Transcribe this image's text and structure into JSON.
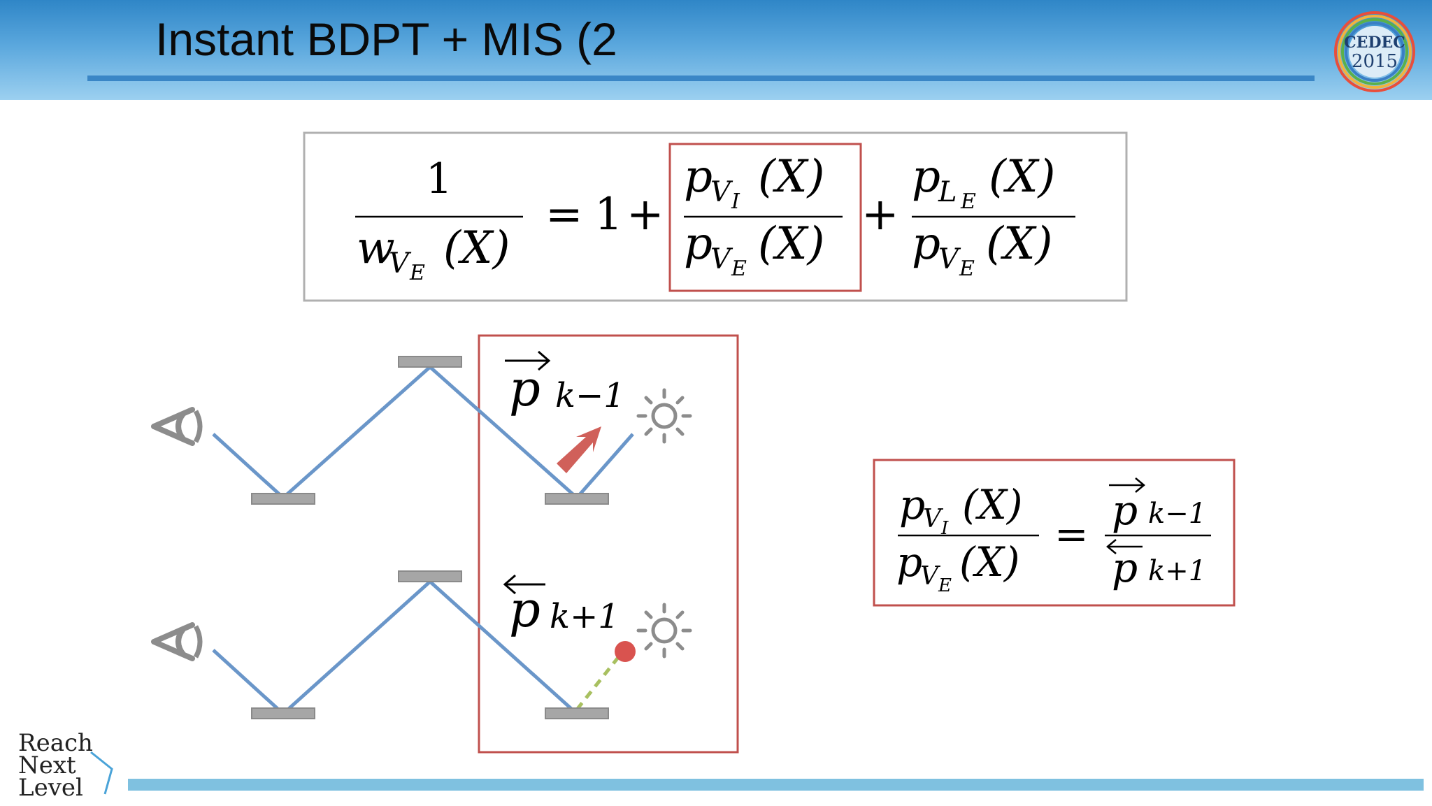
{
  "slide": {
    "title": "Instant BDPT + MIS (2",
    "event_logo": {
      "name": "CEDEC",
      "year": "2015"
    },
    "footer_logo": {
      "line1": "Reach",
      "line2": "Next",
      "line3": "Level"
    }
  },
  "top_equation": {
    "lhs_numerator": "1",
    "lhs_denominator_symbol": "w",
    "lhs_denominator_sub": "V",
    "lhs_denominator_subsub": "E",
    "arg": "(X)",
    "equals": "=",
    "one": "1",
    "plus1": "+",
    "plus2": "+",
    "term1_num_sym": "p",
    "term1_num_sub": "V",
    "term1_num_subsub": "I",
    "term1_den_sym": "p",
    "term1_den_sub": "V",
    "term1_den_subsub": "E",
    "term2_num_sym": "p",
    "term2_num_sub": "L",
    "term2_num_subsub": "E",
    "term2_den_sym": "p",
    "term2_den_sub": "V",
    "term2_den_subsub": "E"
  },
  "diagram": {
    "upper_label_sym": "p",
    "upper_label_sub": "k−1",
    "lower_label_sym": "p",
    "lower_label_sub": "k+1",
    "colors": {
      "path": "#6a96c9",
      "highlight_box": "#c0504d",
      "arrow": "#d0605a",
      "light_point": "#d9534f",
      "dashed": "#a8c060",
      "surface": "#a6a6a6",
      "eye": "#8c8c8c",
      "sun": "#8c8c8c"
    }
  },
  "right_equation": {
    "num_sym": "p",
    "num_sub": "V",
    "num_subsub": "I",
    "den_sym": "p",
    "den_sub": "V",
    "den_subsub": "E",
    "arg": "(X)",
    "equals": "=",
    "rhs_num_sym": "p",
    "rhs_num_sub": "k−1",
    "rhs_den_sym": "p",
    "rhs_den_sub": "k+1"
  }
}
